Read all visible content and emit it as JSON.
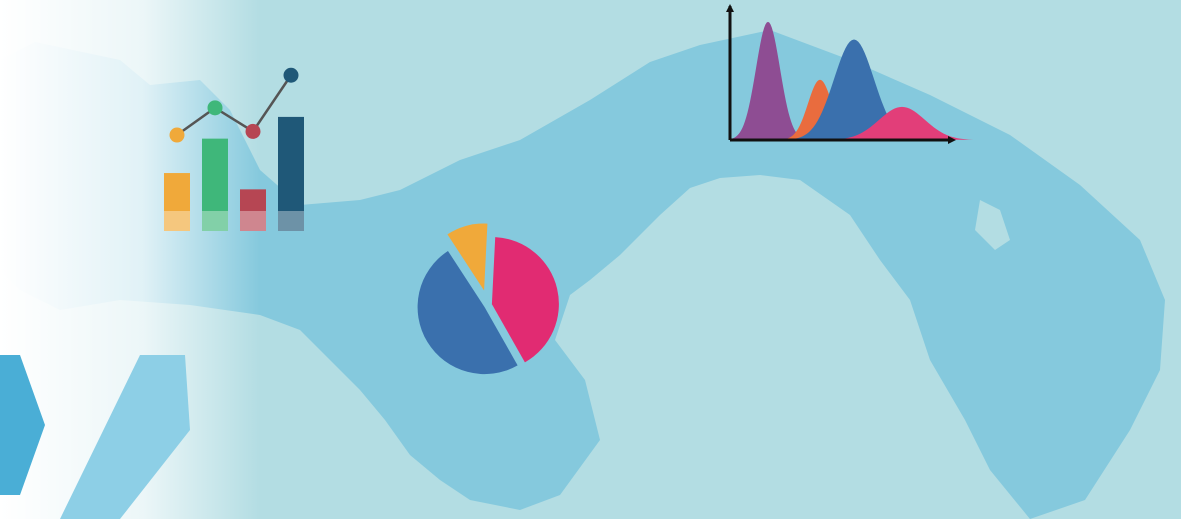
{
  "colors": {
    "background": "#b3dde3",
    "land": "#85c9dd",
    "left_fade": "#ffffff",
    "chevron_a": "#4aaed6",
    "chevron_b": "#8dcfe6",
    "axis": "#111111",
    "orange": "#f0a93a",
    "green": "#3fb77a",
    "red": "#b64653",
    "navy": "#1f5878",
    "pink": "#e12b72",
    "blue": "#3a70ad",
    "purple": "#8e4d93",
    "coral": "#e96c3e",
    "magenta": "#e23e79"
  },
  "icons": [
    "bar-line-chart-icon",
    "pie-chart-icon",
    "distribution-curves-icon",
    "map-silhouette",
    "chevron-arrows-decoration"
  ],
  "chart_data": [
    {
      "type": "bar",
      "categories": [
        "",
        "",
        "",
        ""
      ],
      "values": [
        3.2,
        5.1,
        2.3,
        6.3
      ],
      "line_values": [
        5.3,
        6.8,
        5.5,
        8.6
      ],
      "ylim": [
        0,
        9
      ],
      "colors": [
        "#f0a93a",
        "#3fb77a",
        "#b64653",
        "#1f5878"
      ],
      "title": "",
      "xlabel": "",
      "ylabel": "",
      "grid": false
    },
    {
      "type": "pie",
      "values": [
        41,
        49,
        10
      ],
      "colors": [
        "#e12b72",
        "#3a70ad",
        "#f0a93a"
      ],
      "exploded": [
        false,
        false,
        true
      ],
      "title": ""
    },
    {
      "type": "area",
      "series": [
        {
          "mu": 1.9,
          "sigma": 0.6,
          "amp": 10,
          "color": "#8e4d93"
        },
        {
          "mu": 4.5,
          "sigma": 0.6,
          "amp": 5.1,
          "color": "#e96c3e"
        },
        {
          "mu": 6.2,
          "sigma": 1.0,
          "amp": 8.5,
          "color": "#3a70ad"
        },
        {
          "mu": 8.6,
          "sigma": 1.15,
          "amp": 2.8,
          "color": "#e23e79"
        }
      ],
      "xlim": [
        0,
        11
      ],
      "ylim": [
        0,
        11
      ],
      "title": "",
      "xlabel": "",
      "ylabel": "",
      "grid": false
    }
  ]
}
